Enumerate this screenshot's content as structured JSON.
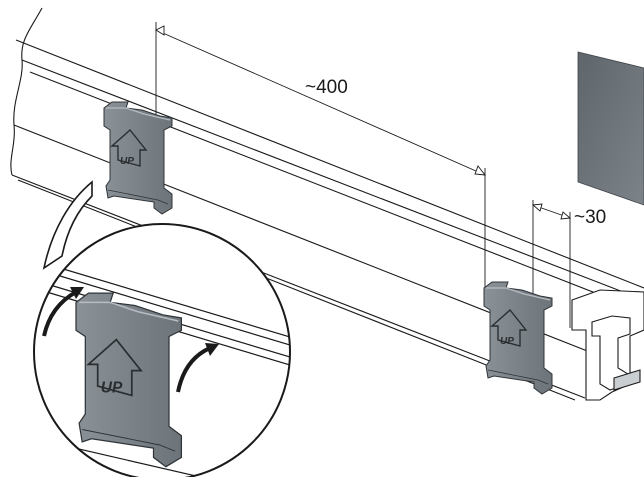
{
  "dimensions": {
    "clip_spacing": "~400",
    "end_offset": "~30"
  },
  "clip": {
    "marking": "UP"
  },
  "colors": {
    "line": "#1a1a1a",
    "clip_fill": "#7d858c",
    "clip_dark": "#5f676e",
    "clip_light": "#a3aab0",
    "panel": "#6f767c",
    "background": "#ffffff"
  },
  "icons": {
    "rotate_arrow": "curved-arrow-icon"
  }
}
